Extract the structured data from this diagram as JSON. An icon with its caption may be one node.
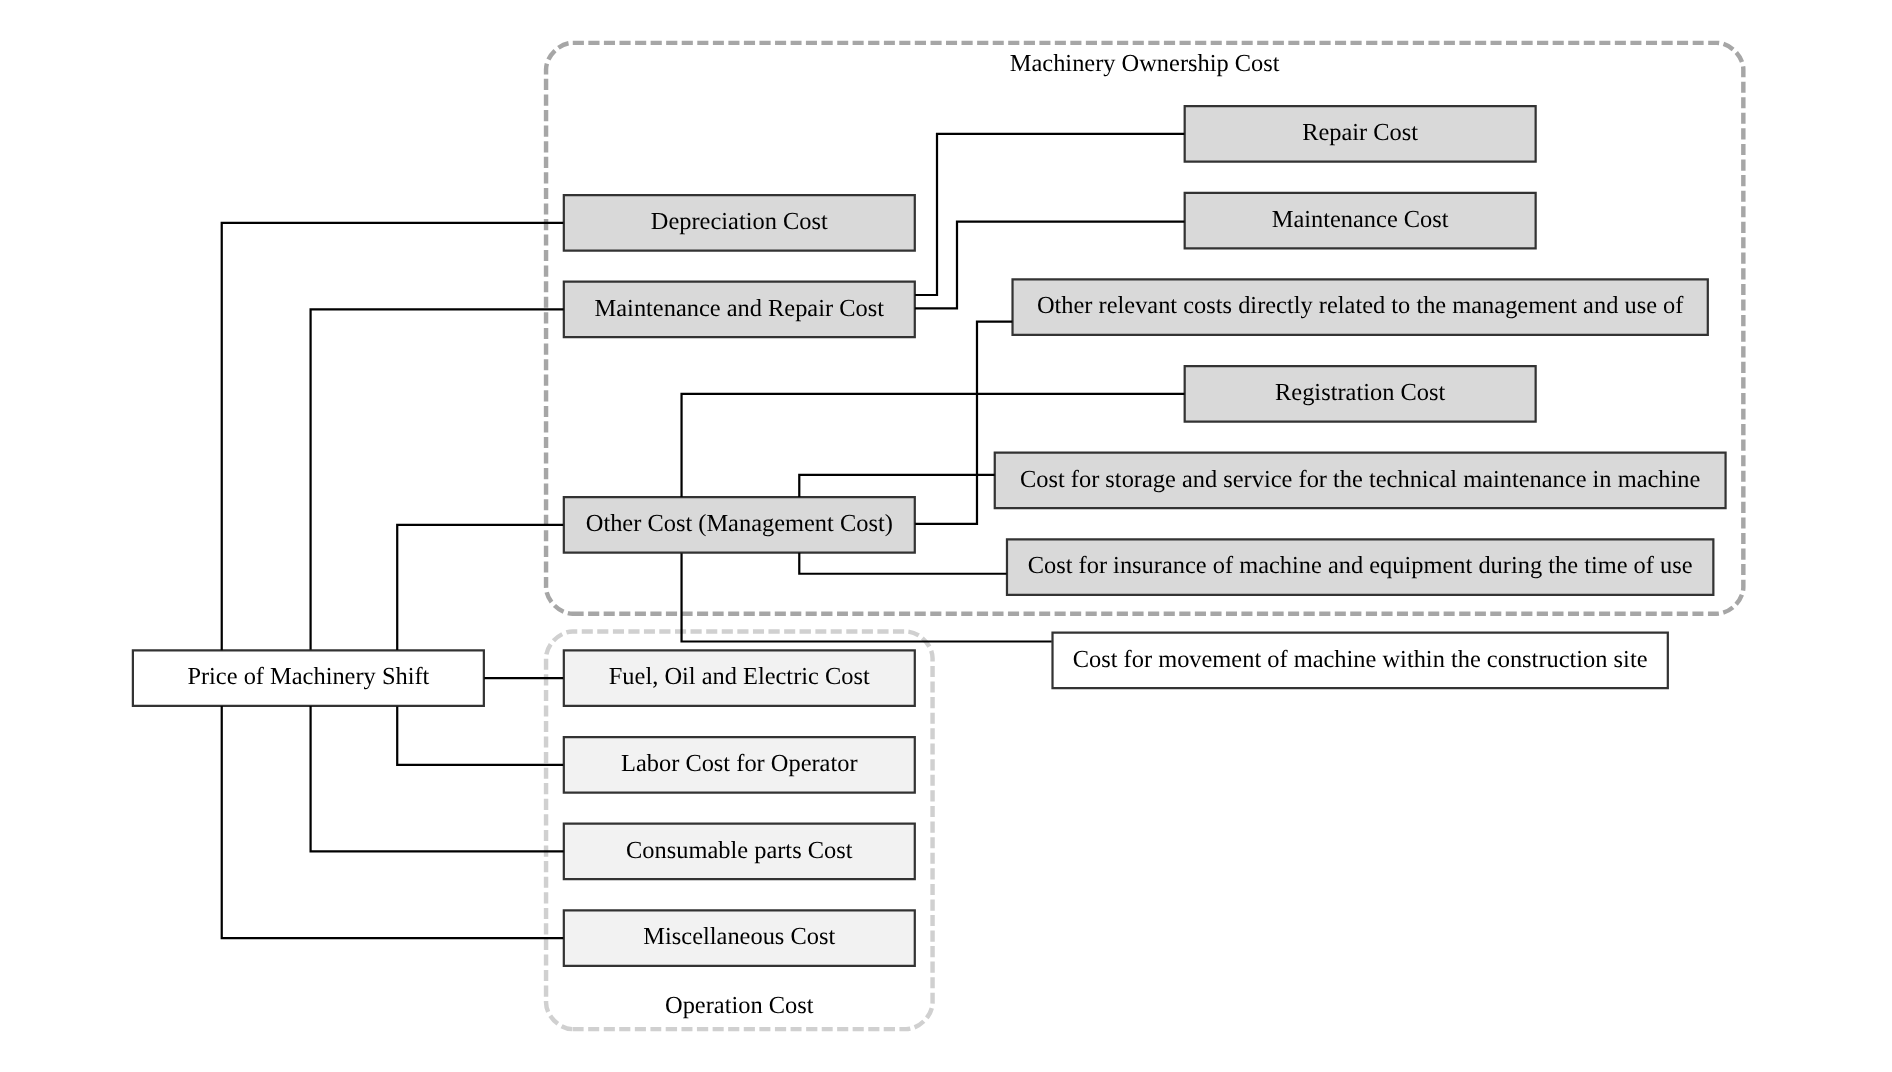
{
  "diagram": {
    "nodes": [
      {
        "text": [
          "Price of Machinery Shift"
        ]
      },
      {
        "text": [
          "Machinery Ownership Cost"
        ]
      },
      {
        "text": [
          "Depreciation Cost"
        ],
        "in": 1
      },
      {
        "text": [
          "Maintenance and Repair Cost"
        ],
        "in": 1
      },
      {
        "text": [
          "Other Cost (Management Cost)"
        ],
        "in": 1
      },
      {
        "text": [
          "Maintenance Cost"
        ],
        "in": 1
      },
      {
        "text": [
          "Repair Cost"
        ],
        "in": 1
      },
      {
        "text": [
          "Cost for insurance of machine and equipment during the time of use"
        ],
        "in": 1
      },
      {
        "text": [
          "Cost for storage and service for the technical maintenance in machine"
        ],
        "in": 1
      },
      {
        "text": [
          "Registration Cost"
        ],
        "in": 1
      },
      {
        "text": [
          "Other relevant costs directly related to the management and use of"
        ],
        "in": 1
      },
      {
        "text": [
          "Cost for movement of machine within the construction site"
        ]
      },
      {
        "text": [
          "Operation Cost"
        ]
      },
      {
        "text": [
          "Fuel, Oil and Electric Cost"
        ],
        "in": 12
      },
      {
        "text": [
          "Labor Cost for Operator"
        ],
        "in": 12
      },
      {
        "text": [
          "Consumable parts Cost"
        ],
        "in": 12
      },
      {
        "text": [
          "Miscellaneous Cost"
        ],
        "in": 12
      }
    ],
    "edges": [
      {
        "from": 0,
        "to": 2,
        "arrow": "none"
      },
      {
        "from": 0,
        "to": 3,
        "arrow": "none"
      },
      {
        "from": 0,
        "to": 4,
        "arrow": "none"
      },
      {
        "from": 0,
        "to": 13,
        "arrow": "none"
      },
      {
        "from": 0,
        "to": 14,
        "arrow": "none"
      },
      {
        "from": 0,
        "to": 15,
        "arrow": "none"
      },
      {
        "from": 0,
        "to": 16,
        "arrow": "none"
      },
      {
        "from": 3,
        "to": 5,
        "arrow": "none"
      },
      {
        "from": 3,
        "to": 6,
        "arrow": "none"
      },
      {
        "from": 4,
        "to": 7,
        "arrow": "none"
      },
      {
        "from": 4,
        "to": 8,
        "arrow": "none"
      },
      {
        "from": 4,
        "to": 9,
        "arrow": "none"
      },
      {
        "from": 4,
        "to": 10,
        "arrow": "none"
      },
      {
        "from": 4,
        "to": 11,
        "arrow": "none"
      }
    ]
  }
}
